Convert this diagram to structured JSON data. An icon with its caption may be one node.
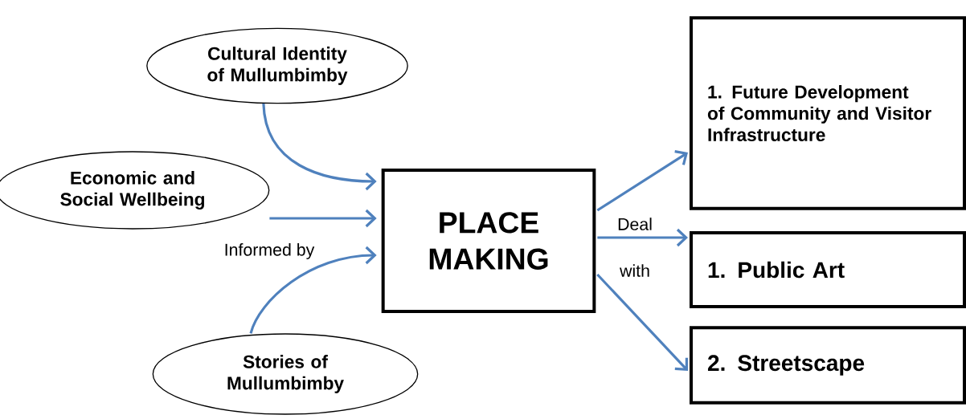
{
  "diagram": {
    "nodes": [
      {
        "text": [
          "Cultural Identity of Mullumbimby"
        ]
      },
      {
        "text": [
          "Economic and Social Wellbeing"
        ]
      },
      {
        "text": [
          "Stories of Mullumbimby"
        ]
      },
      {
        "text": [
          "PLACE MAKING"
        ]
      },
      {
        "text": [
          "1. Future Development of Community and Visitor Infrastructure"
        ]
      },
      {
        "text": [
          "1. Public Art"
        ]
      },
      {
        "text": [
          "2. Streetscape"
        ]
      }
    ],
    "edges": [
      {
        "from": 0,
        "to": 3,
        "arrow": "to"
      },
      {
        "from": 1,
        "to": 3,
        "arrow": "to"
      },
      {
        "from": 2,
        "to": 3,
        "arrow": "to"
      },
      {
        "from": 3,
        "to": 4,
        "arrow": "to"
      },
      {
        "from": 3,
        "to": 5,
        "arrow": "to"
      },
      {
        "from": 3,
        "to": 6,
        "arrow": "to"
      }
    ],
    "labels": [
      "Informed by",
      "Deal",
      "with"
    ]
  }
}
